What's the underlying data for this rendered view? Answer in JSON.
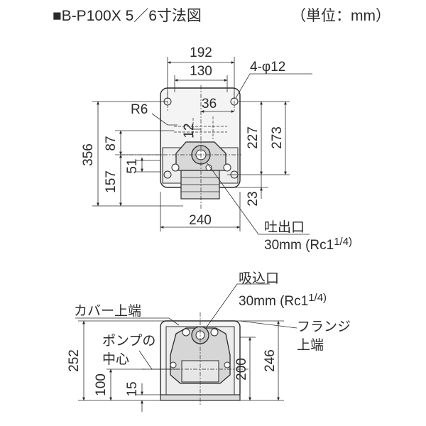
{
  "title": "■B-P100X 5／6寸法図",
  "unit": "（単位：mm）",
  "top_view": {
    "width_overall": "192",
    "hole_pitch": "130",
    "holes": "4-φ12",
    "radius": "R6",
    "offset_36": "36",
    "offset_12": "12",
    "height_overall": "356",
    "upper_87": "87",
    "lower_157": "157",
    "center_51": "51",
    "height_227": "227",
    "height_273": "273",
    "bottom_23": "23",
    "base_width": "240",
    "outlet_label": "吐出口",
    "outlet_size": "30mm (Rc1",
    "outlet_frac": "1/4)"
  },
  "front_view": {
    "inlet_label": "吸込口",
    "inlet_size": "30mm (Rc1",
    "inlet_frac": "1/4)",
    "cover_top": "カバー上端",
    "pump_center_1": "ポンプの",
    "pump_center_2": "中心",
    "flange_1": "フランジ",
    "flange_2": "上端",
    "height_252": "252",
    "height_100": "100",
    "height_15": "15",
    "height_200": "200",
    "height_246": "246"
  }
}
